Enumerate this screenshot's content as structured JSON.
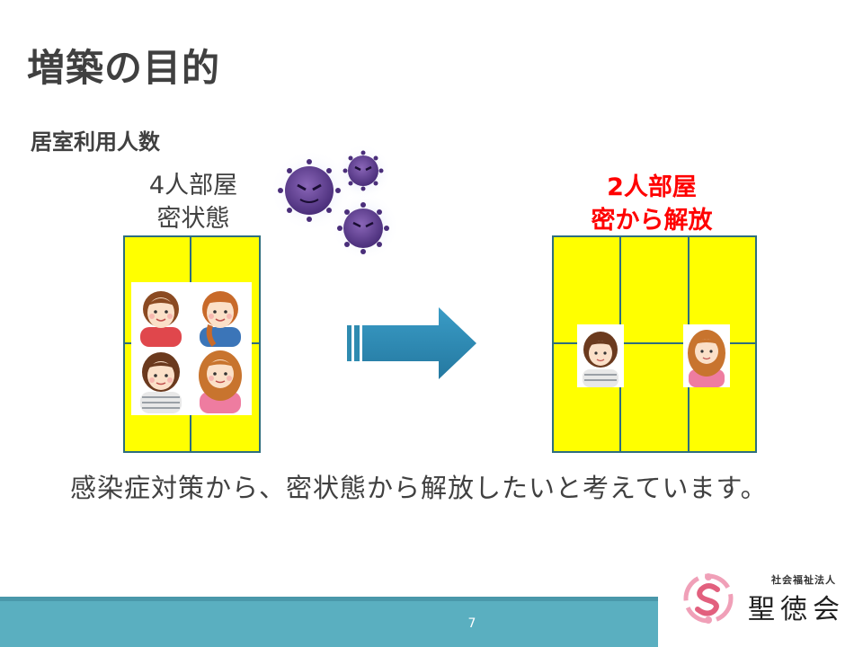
{
  "title": "増築の目的",
  "subtitle": "居室利用人数",
  "left_room": {
    "label_line1": "4人部屋",
    "label_line2": "密状態"
  },
  "right_room": {
    "label_line1": "2人部屋",
    "label_line2": "密から解放"
  },
  "caption": "感染症対策から、密状態から解放したいと考えています。",
  "page_number": "7",
  "logo": {
    "small_text": "社会福祉法人",
    "name": "聖徳会"
  },
  "colors": {
    "room_fill": "#ffff00",
    "room_border": "#2e6e7e",
    "arrow": "#2f8bb0",
    "highlight_text": "#ff0000",
    "footer": "#5aafc0",
    "virus": "#5b3c8c"
  },
  "icons": [
    "virus-icon",
    "right-arrow-icon",
    "person-icon",
    "logo-mark-icon"
  ]
}
